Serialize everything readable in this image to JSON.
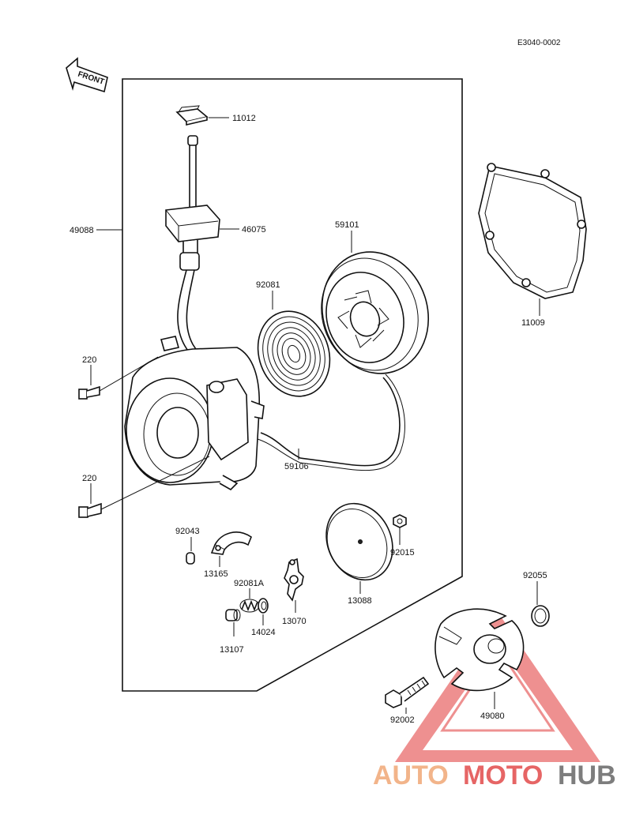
{
  "diagram_code": "E3040-0002",
  "front_label": "FRONT",
  "parts": {
    "p11012": "11012",
    "p46075": "46075",
    "p49088": "49088",
    "p59101": "59101",
    "p92081": "92081",
    "p11009": "11009",
    "p220a": "220",
    "p220b": "220",
    "p59106": "59106",
    "p92043": "92043",
    "p13165": "13165",
    "p92081A": "92081A",
    "p14024": "14024",
    "p13107": "13107",
    "p13070": "13070",
    "p13088": "13088",
    "p92015": "92015",
    "p92055": "92055",
    "p92002": "92002",
    "p49080": "49080"
  },
  "watermark": {
    "part1": "AUTO",
    "part2": "MOTO",
    "part3": "HUB",
    "color_orange": "#f2b48a",
    "color_red": "#e24b4b",
    "color_gray": "#7d7d7d"
  }
}
